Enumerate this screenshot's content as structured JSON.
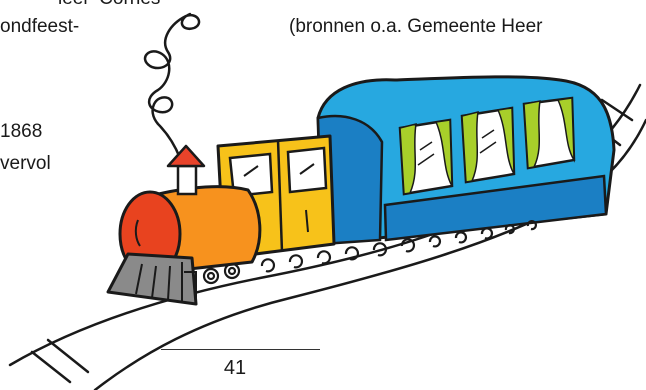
{
  "text_fragments": {
    "top": "ieel- Cornes",
    "line_1": "ondfeest-",
    "line_2": "1868",
    "line_3": "vervol"
  },
  "source_note": "(bronnen o.a. Gemeente Heer",
  "page_number": "41",
  "illustration": {
    "subject": "cartoon steam train",
    "icons": [
      "steam-curl-icon",
      "locomotive-icon",
      "carriage-icon",
      "railway-track-icon"
    ],
    "colors": {
      "boiler_front": "#e8431f",
      "boiler": "#f7921e",
      "cab": "#f7c21a",
      "carriage": "#27a8e0",
      "carriage_shade": "#1b7fc4",
      "window_fill": "#ffffff",
      "curtain": "#a8cf2a",
      "chimney": "#e8432a",
      "cowcatcher": "#8a8a8a",
      "outline": "#1a1a1a"
    }
  }
}
